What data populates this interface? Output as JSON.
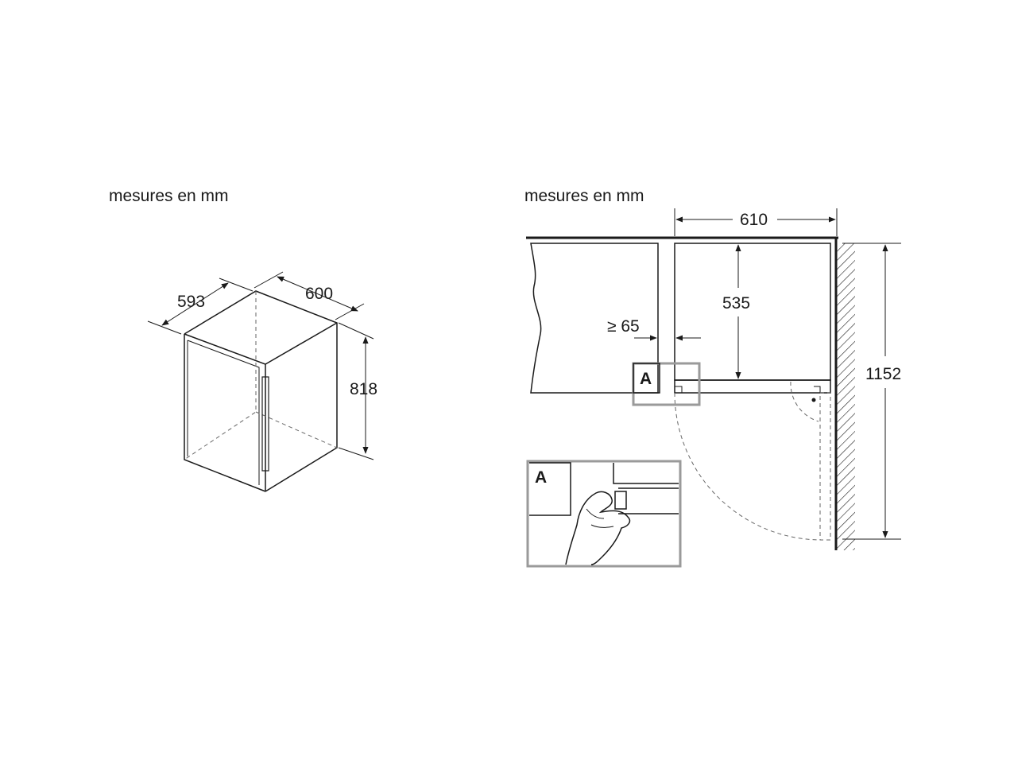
{
  "left_view": {
    "units_label": "mesures en mm",
    "depth": "593",
    "width": "600",
    "height": "818"
  },
  "right_view": {
    "units_label": "mesures en mm",
    "width": "610",
    "depth": "535",
    "clearance": "≥ 65",
    "total_depth": "1152",
    "callout": "A",
    "detail_label": "A"
  },
  "colors": {
    "line": "#1a1a1a",
    "callout_frame": "#9a9a9a"
  }
}
